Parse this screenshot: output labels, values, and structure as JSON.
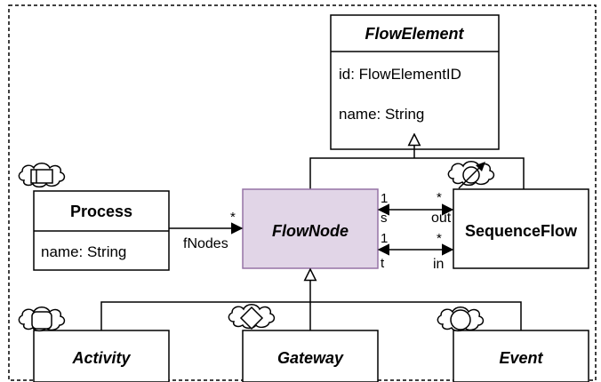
{
  "diagram": {
    "classes": {
      "flow_element": {
        "name": "FlowElement",
        "attributes": [
          "id: FlowElementID",
          "name: String"
        ]
      },
      "process": {
        "name": "Process",
        "attributes": [
          "name: String"
        ]
      },
      "flow_node": {
        "name": "FlowNode"
      },
      "sequence_flow": {
        "name": "SequenceFlow"
      },
      "activity": {
        "name": "Activity"
      },
      "gateway": {
        "name": "Gateway"
      },
      "event": {
        "name": "Event"
      }
    },
    "associations": {
      "process_flownode": {
        "role": "fNodes",
        "multiplicity": "*"
      },
      "source_out": {
        "source_mult": "1",
        "source_role": "s",
        "target_mult": "*",
        "target_role": "out"
      },
      "target_in": {
        "source_mult": "1",
        "source_role": "t",
        "target_mult": "*",
        "target_role": "in"
      }
    },
    "colors": {
      "stroke": "#000000",
      "flownode_fill": "#e1d5e7",
      "flownode_stroke": "#9673a6",
      "background": "#ffffff"
    },
    "icons": {
      "process": "cloud-rectangle-icon",
      "sequence_flow": "cloud-arrow-icon",
      "activity": "cloud-rounded-square-icon",
      "gateway": "cloud-diamond-icon",
      "event": "cloud-circle-icon"
    }
  }
}
